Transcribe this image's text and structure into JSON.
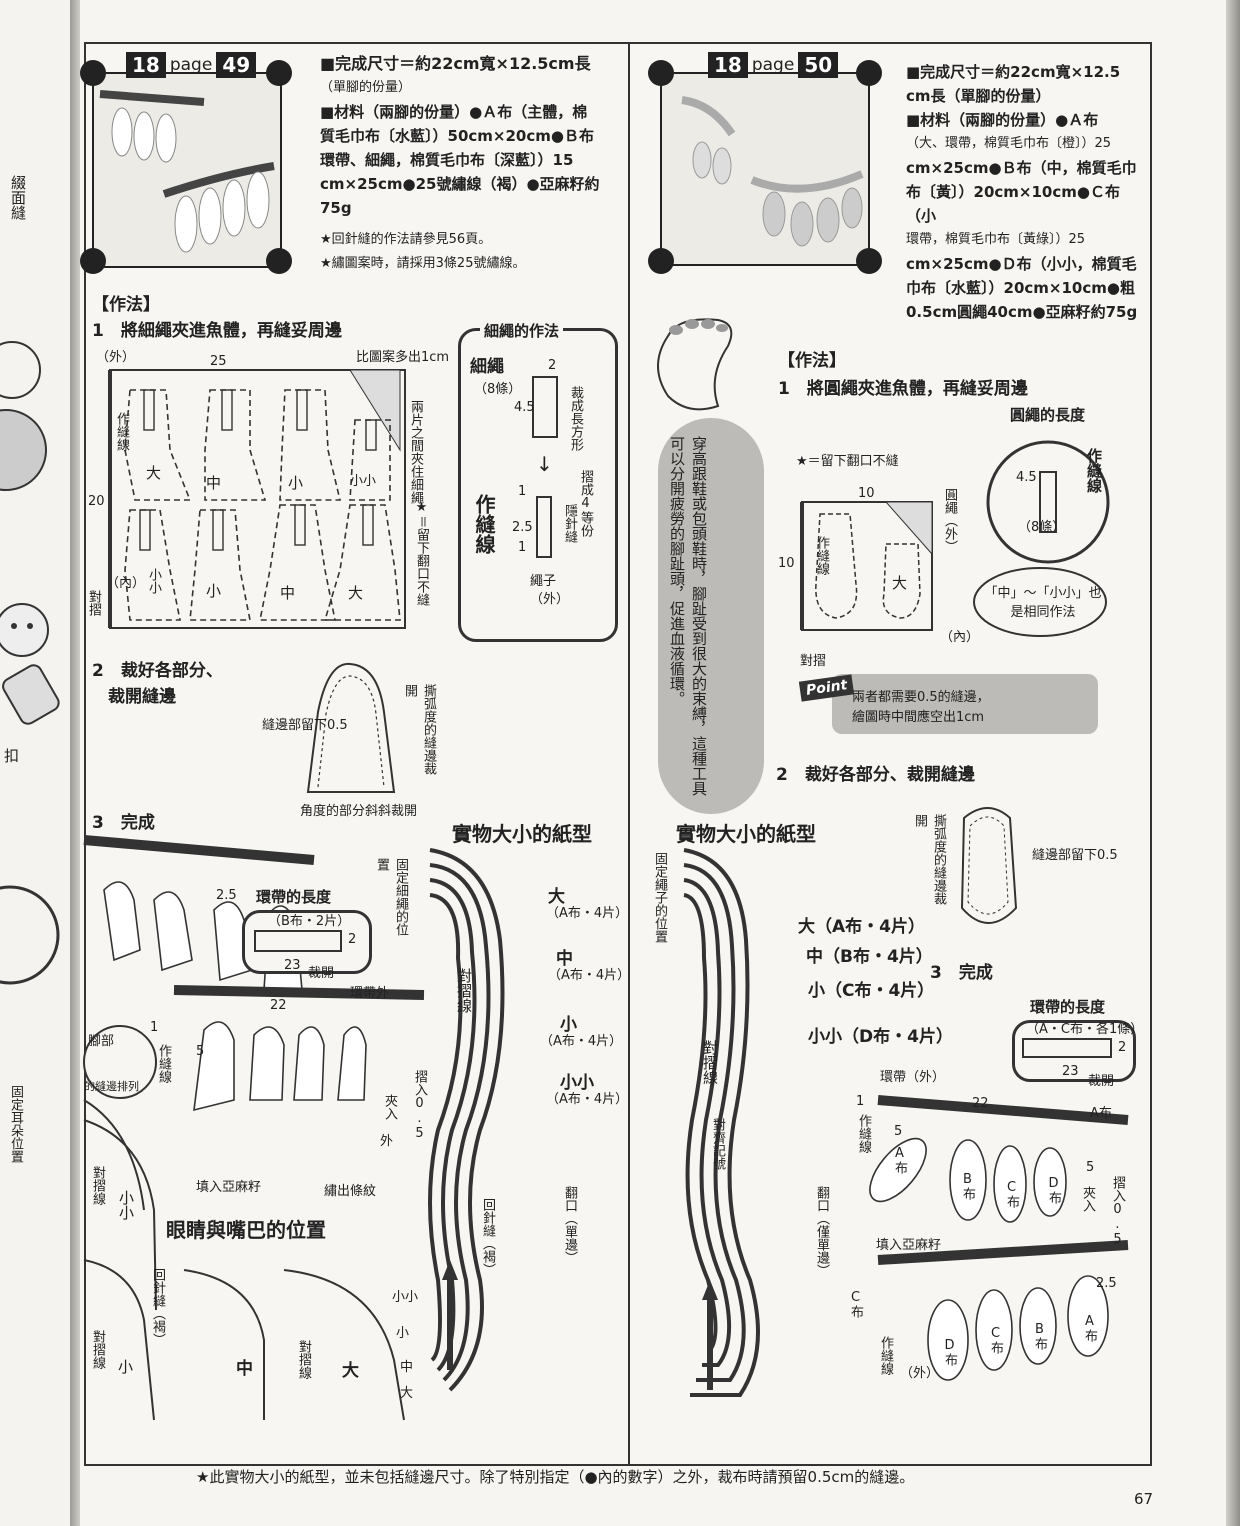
{
  "left_page_margin": {
    "sew": "綴面縫",
    "handle": "扣",
    "ear": "固定耳朵位置"
  },
  "left": {
    "badge": {
      "num": "18",
      "page": "page",
      "page_num": "49"
    },
    "info": {
      "size": "■完成尺寸＝約22cm寬×12.5cm長",
      "size_note": "（單腳的份量）",
      "material_1": "■材料（兩腳的份量）●Ａ布（主體，棉",
      "material_2": "質毛巾布〔水藍〕）50cm×20cm●Ｂ布",
      "material_3": "環帶、細繩，棉質毛巾布〔深藍〕）15",
      "material_4": "cm×25cm●25號繡線（褐）●亞麻籽約",
      "material_5": "75g",
      "note_1": "★回針縫的作法請參見56頁。",
      "note_2": "★繡圖案時，請採用3條25號繡線。"
    },
    "method_title": "【作法】",
    "step1": "1　將細繩夾進魚體，再縫妥周邊",
    "step1_labels": {
      "outer": "（外）",
      "w25": "25",
      "h20": "20",
      "big_space": "比圖案多出1cm",
      "between": "兩片之間夾住細繩",
      "stitch_line": "作縫線",
      "large": "大",
      "medium": "中",
      "small": "小",
      "xsmall": "小小",
      "xsmall2": "小小",
      "small2": "小",
      "medium2": "中",
      "large2": "大",
      "inner": "（內）",
      "fold": "對摺",
      "leave_open": "★＝留下翻口不縫"
    },
    "string_box": {
      "title": "細繩的作法",
      "string": "細繩",
      "string_count": "（8條）",
      "cut_rect": "裁成長方形",
      "n2": "2",
      "n45": "4.5",
      "fold4": "摺成4等份",
      "blind": "隱針縫",
      "stitch_line": "作縫線",
      "n1a": "1",
      "n25": "2.5",
      "n1b": "1",
      "rope": "繩子",
      "rope_out": "（外）"
    },
    "step2": "2　裁好各部分、",
    "step2b": "裁開縫邊",
    "step2_labels": {
      "seam": "縫邊部留下0.5",
      "curve": "撕弧度的縫邊裁開",
      "corner": "角度的部分斜斜裁開"
    },
    "step3": "3　完成",
    "ring_box": {
      "title": "環帶的長度",
      "sub": "（B布・2片）",
      "n2": "2",
      "n23": "23",
      "cut": "裁開",
      "n25": "2.5"
    },
    "step3_labels": {
      "n22": "22",
      "ring_out": "環帶外",
      "n1": "1",
      "n5": "5",
      "stitch_line": "作縫線",
      "fold_in": "摺入0.5",
      "sandwich": "夾入",
      "outer": "外",
      "fill": "填入亞麻籽",
      "embroider": "繡出條紋",
      "fin": "腳部",
      "pattern": "的縫邊排列"
    },
    "pattern_title": "實物大小的紙型",
    "pattern_labels": {
      "fix_rope": "固定細繩的位置",
      "large": "大",
      "large_sub": "（A布・4片）",
      "medium": "中",
      "medium_sub": "（A布・4片）",
      "small": "小",
      "small_sub": "（A布・4片）",
      "xsmall": "小小",
      "xsmall_sub": "（A布・4片）",
      "fold_line": "對摺線",
      "back_stitch": "回針縫（褐）",
      "turn_open": "翻口（單邊）",
      "k1": "小小",
      "k2": "小",
      "k3": "中",
      "k4": "大"
    },
    "eye_title": "眼睛與嘴巴的位置",
    "eye_labels": {
      "xsmall": "小小",
      "fold1": "對摺線",
      "back": "回針縫（褐）",
      "fold2": "對摺線",
      "small": "小",
      "medium": "中",
      "fold3": "對摺線",
      "large": "大"
    }
  },
  "right": {
    "badge": {
      "num": "18",
      "page": "page",
      "page_num": "50"
    },
    "info": {
      "size_1": "■完成尺寸＝約22cm寬×12.5",
      "size_2": "cm長（單腳的份量）",
      "material_1": "■材料（兩腳的份量）●Ａ布",
      "material_2": "（大、環帶，棉質毛巾布〔橙〕）25",
      "material_3": "cm×25cm●Ｂ布（中，棉質毛巾",
      "material_4": "布〔黃〕）20cm×10cm●Ｃ布（小",
      "material_5": "環帶，棉質毛巾布〔黃綠〕）25",
      "material_6": "cm×25cm●Ｄ布（小小，棉質毛",
      "material_7": "巾布〔水藍〕）20cm×10cm●粗",
      "material_8": "0.5cm圓繩40cm●亞麻籽約75g"
    },
    "tip": "穿高跟鞋或包頭鞋時，腳趾受到很大的束縛，這種工具可以分開疲勞的腳趾頭，促進血液循環。",
    "method_title": "【作法】",
    "step1": "1　將圓繩夾進魚體，再縫妥周邊",
    "step1_labels": {
      "leave_open": "★＝留下翻口不縫",
      "n10a": "10",
      "n10b": "10",
      "rope_out": "圓繩（外）",
      "stitch_line": "作縫線",
      "large": "大",
      "inner": "（內）",
      "fold": "對摺"
    },
    "rope_circle": {
      "title": "圓繩的長度",
      "n45": "4.5",
      "stitch": "作縫線",
      "count": "（8條）"
    },
    "same_bubble": "「中」～「小小」也是相同作法",
    "point": {
      "tag": "Point",
      "text_1": "兩者都需要0.5的縫邊，",
      "text_2": "繪圖時中間應空出1cm"
    },
    "step2": "2　裁好各部分、裁開縫邊",
    "step2_labels": {
      "curve": "撕弧度的縫邊裁開",
      "seam": "縫邊部留下0.5"
    },
    "pattern_title": "實物大小的紙型",
    "pattern_labels": {
      "fix_rope": "固定繩子的位置",
      "large": "大（A布・4片）",
      "medium": "中（B布・4片）",
      "small": "小（C布・4片）",
      "xsmall": "小小（D布・4片）",
      "fold_line": "對摺線",
      "align": "對齊記號",
      "turn_open": "翻口（僅單邊）"
    },
    "step3": "3　完成",
    "ring_box": {
      "title": "環帶的長度",
      "sub": "（A・C布・各1條）",
      "n2": "2",
      "n23": "23",
      "cut": "裁開"
    },
    "step3_labels": {
      "ring_out": "環帶（外）",
      "n22": "22",
      "a_cloth": "A布",
      "n1": "1",
      "n5a": "5",
      "stitch_line": "作縫線",
      "a": "A布",
      "b": "B布",
      "c": "C布",
      "d": "D布",
      "n5b": "5",
      "fold_in": "摺入0.5",
      "sandwich": "夾入",
      "fill": "填入亞麻籽",
      "c_cloth": "C布",
      "n25": "2.5",
      "stitch_line2": "作縫線",
      "outer": "（外）",
      "d2": "D布",
      "c2": "C布",
      "b2": "B布",
      "a2": "A布"
    }
  },
  "footer": {
    "note": "★此實物大小的紙型，並未包括縫邊尺寸。除了特別指定（●內的數字）之外，裁布時請預留0.5cm的縫邊。",
    "page_number": "67"
  }
}
